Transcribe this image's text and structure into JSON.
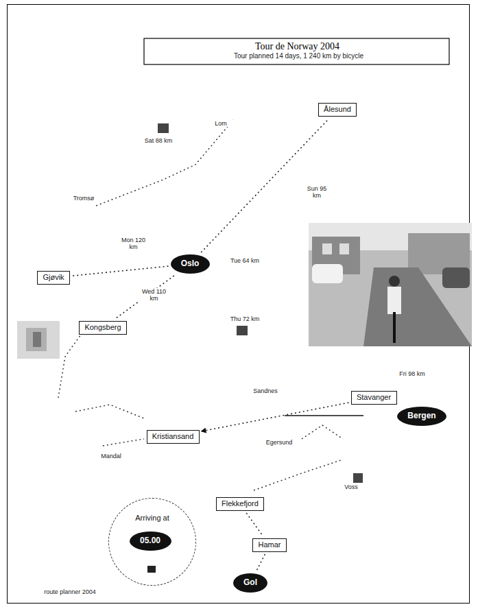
{
  "diagram": {
    "title": "Tour de Norway 2004",
    "nodes": [
      {
        "text": [
          "Ålesund"
        ]
      },
      {
        "text": [
          "Oslo"
        ]
      },
      {
        "text": [
          "Gjøvik"
        ]
      },
      {
        "text": [
          "Kongsberg"
        ]
      },
      {
        "text": [
          "Stavanger"
        ]
      },
      {
        "text": [
          "Bergen"
        ]
      },
      {
        "text": [
          "Kristiansand"
        ]
      },
      {
        "text": [
          "Flekkefjord"
        ]
      },
      {
        "text": [
          "Hamar"
        ]
      },
      {
        "text": [
          "Arriving at"
        ]
      },
      {
        "text": [
          "05.00"
        ],
        "in": 9
      },
      {
        "text": [
          "Gol"
        ]
      }
    ],
    "edges": [
      {
        "from": 1,
        "to": 0,
        "arrow": "none"
      },
      {
        "from": 1,
        "to": 2,
        "arrow": "none"
      },
      {
        "from": 1,
        "to": 3,
        "arrow": "none"
      },
      {
        "from": 4,
        "to": 6,
        "arrow": "to"
      },
      {
        "from": 7,
        "to": 8,
        "arrow": "none"
      },
      {
        "from": 8,
        "to": 11,
        "arrow": "none"
      }
    ],
    "labels": [
      "Tour planned 14 days, 1 240 km by bicycle",
      "Sat 88 km",
      "Lom",
      "Tromsø",
      "Sun 95 km",
      "Mon 120 km",
      "Tue 64 km",
      "Wed 110 km",
      "Thu 72 km",
      "Fri 98 km",
      "Sandnes",
      "Egersund",
      "Mandal",
      "Voss",
      "route planner 2004"
    ]
  }
}
